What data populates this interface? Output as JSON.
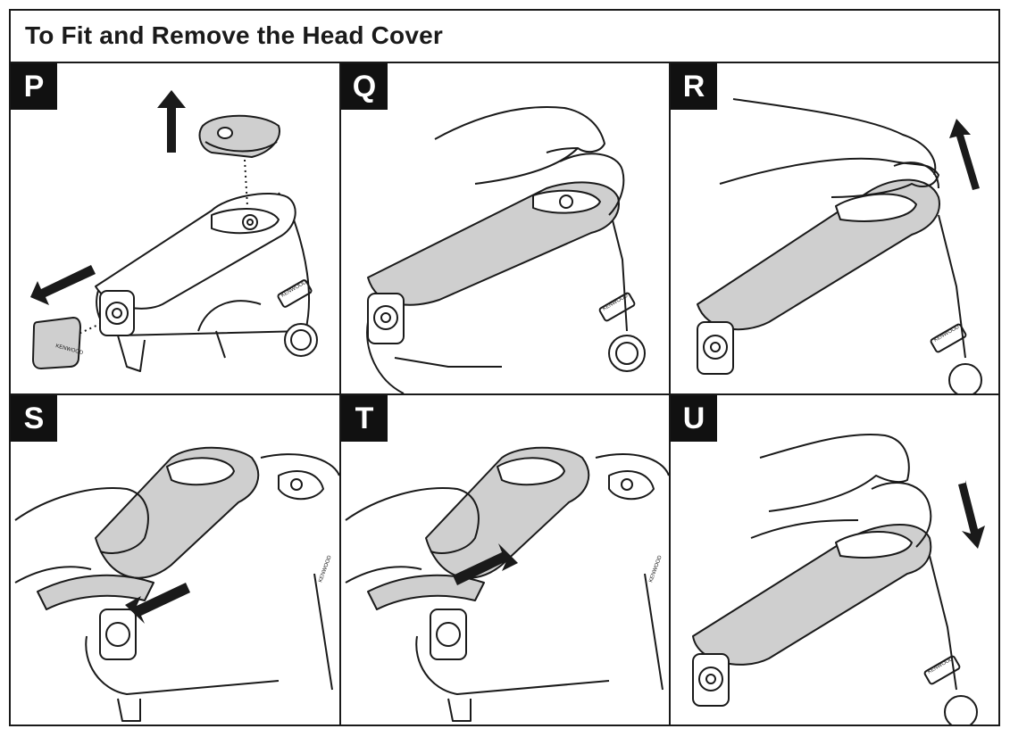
{
  "title": "To Fit and Remove the Head Cover",
  "brand_mark": "KENWOOD",
  "panels": [
    {
      "letter": "P"
    },
    {
      "letter": "Q"
    },
    {
      "letter": "R"
    },
    {
      "letter": "S"
    },
    {
      "letter": "T"
    },
    {
      "letter": "U"
    }
  ],
  "colors": {
    "line": "#1a1a1a",
    "cover_fill": "#cfcfcf",
    "badge": "#111111"
  }
}
